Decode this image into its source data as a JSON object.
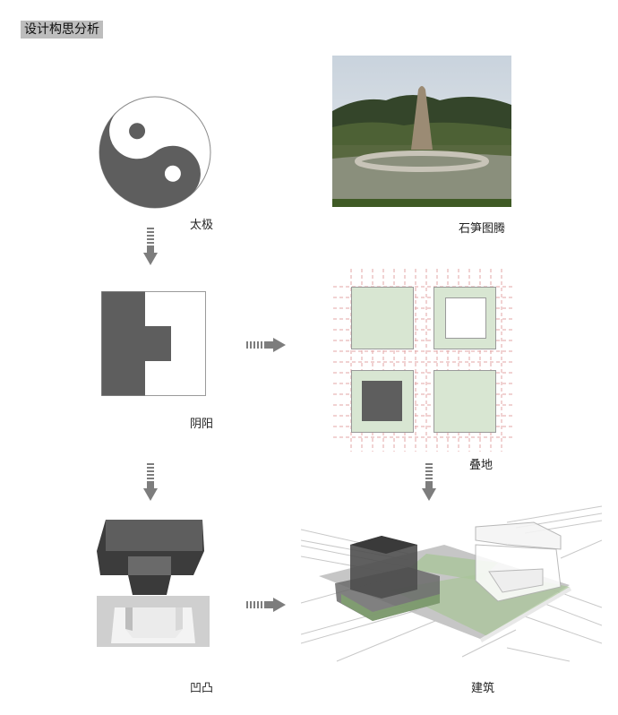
{
  "header": {
    "title": "设计构思分析"
  },
  "panels": [
    {
      "id": "taiji",
      "label": "太极",
      "icon": "yin-yang-icon"
    },
    {
      "id": "stone-totem",
      "label": "石笋图腾",
      "image": "stone-pillar-photo"
    },
    {
      "id": "yinyang",
      "label": "阴阳",
      "icon": "yin-yang-block-icon"
    },
    {
      "id": "site",
      "label": "叠地",
      "icon": "site-grid-icon"
    },
    {
      "id": "concave-convex",
      "label": "凹凸",
      "icon": "concave-convex-blocks-icon"
    },
    {
      "id": "architecture",
      "label": "建筑",
      "icon": "architecture-massing-icon"
    }
  ],
  "arrows": [
    {
      "from": "taiji",
      "to": "yinyang",
      "direction": "down"
    },
    {
      "from": "yinyang",
      "to": "site",
      "direction": "right"
    },
    {
      "from": "yinyang",
      "to": "concave-convex",
      "direction": "down"
    },
    {
      "from": "site",
      "to": "architecture",
      "direction": "down"
    },
    {
      "from": "concave-convex",
      "to": "architecture",
      "direction": "right"
    }
  ],
  "colors": {
    "dark": "#5e5e5e",
    "arrow": "#7d7d7d",
    "green": "#d8e6d2",
    "grid": "#e3a6a6",
    "tag": "#bdbdbd"
  }
}
